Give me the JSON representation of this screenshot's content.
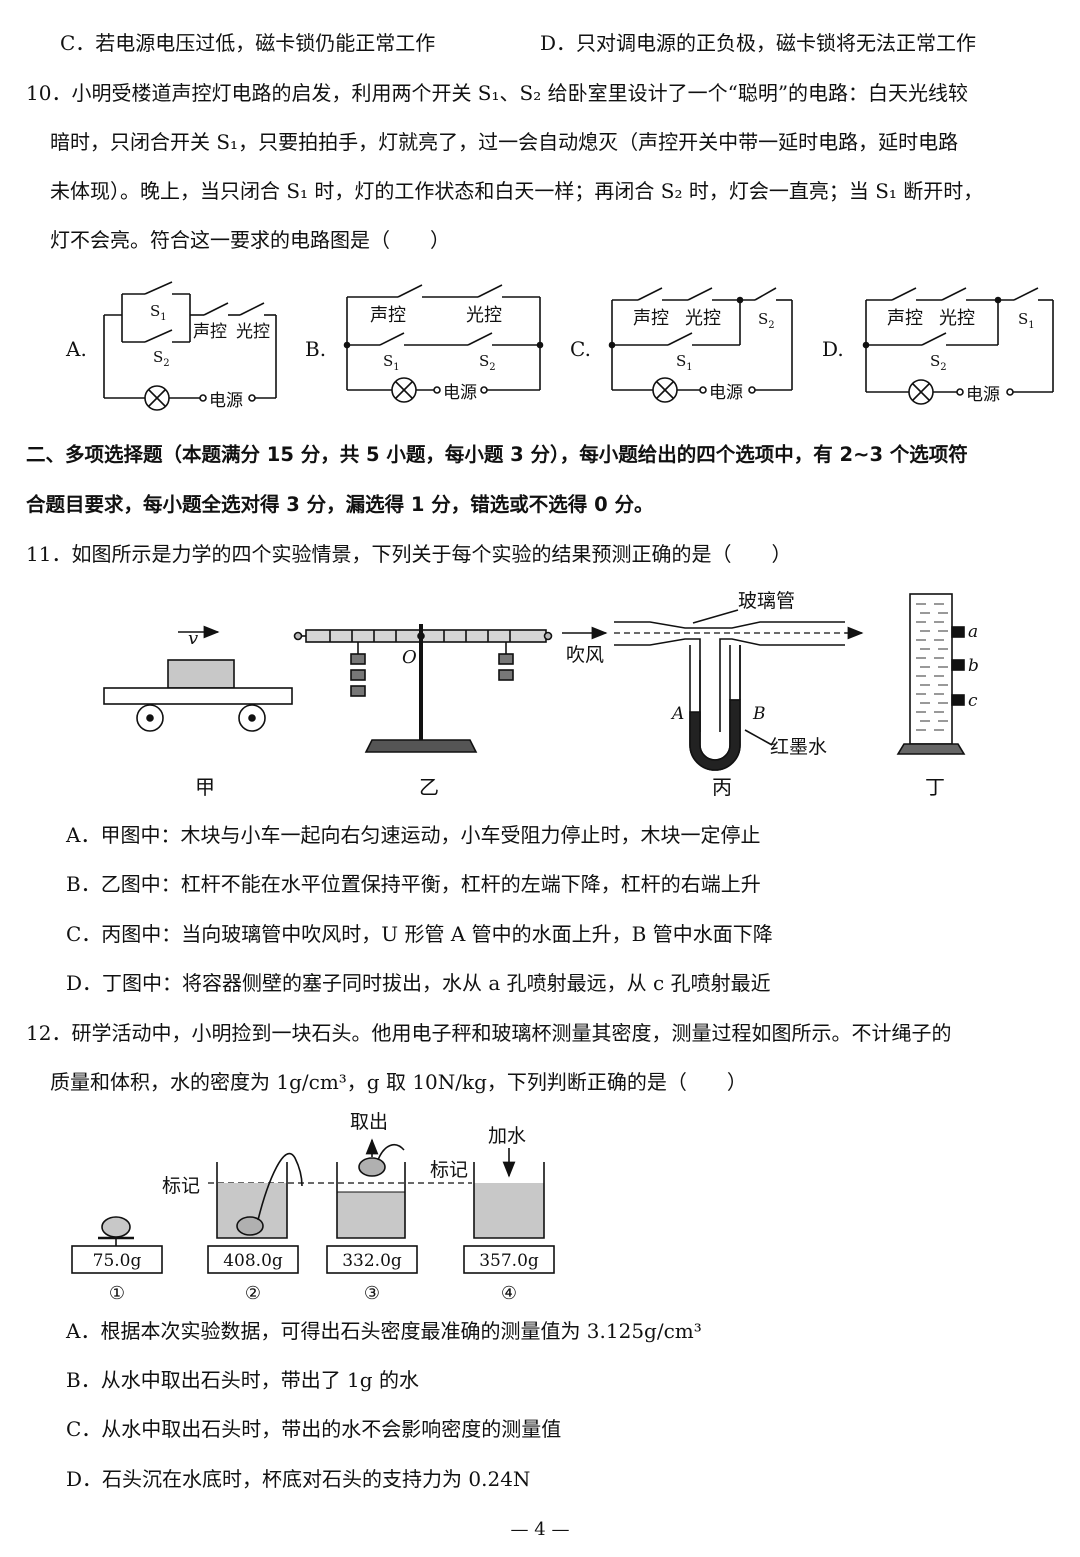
{
  "q9_options": {
    "C": "C．若电源电压过低，磁卡锁仍能正常工作",
    "D": "D．只对调电源的正负极，磁卡锁将无法正常工作"
  },
  "q10": {
    "lines": [
      "10．小明受楼道声控灯电路的启发，利用两个开关 S₁、S₂ 给卧室里设计了一个“聪明”的电路：白天光线较",
      "暗时，只闭合开关 S₁，只要拍拍手，灯就亮了，过一会自动熄灭（声控开关中带一延时电路，延时电路",
      "未体现）。晚上，当只闭合 S₁ 时，灯的工作状态和白天一样；再闭合 S₂ 时，灯会一直亮；当 S₁ 断开时，",
      "灯不会亮。符合这一要求的电路图是（　　）"
    ],
    "circuits": {
      "labels": [
        "A.",
        "B.",
        "C.",
        "D."
      ],
      "s1": "S",
      "s1_sub": "1",
      "s2": "S",
      "s2_sub": "2",
      "sound": "声控",
      "light": "光控",
      "power": "电源"
    }
  },
  "section2": {
    "lines": [
      "二、多项选择题（本题满分 15 分，共 5 小题，每小题 3 分），每小题给出的四个选项中，有 2~3 个选项符",
      "合题目要求，每小题全选对得 3 分，漏选得 1 分，错选或不选得 0 分。"
    ]
  },
  "q11": {
    "stem": "11．如图所示是力学的四个实验情景，下列关于每个实验的结果预测正确的是（　　）",
    "figure": {
      "v": "v",
      "O": "O",
      "glass_tube": "玻璃管",
      "blow": "吹风",
      "A": "A",
      "B": "B",
      "red_ink": "红墨水",
      "a": "a",
      "b": "b",
      "c": "c",
      "captions": [
        "甲",
        "乙",
        "丙",
        "丁"
      ]
    },
    "options": [
      "A．甲图中：木块与小车一起向右匀速运动，小车受阻力停止时，木块一定停止",
      "B．乙图中：杠杆不能在水平位置保持平衡，杠杆的左端下降，杠杆的右端上升",
      "C．丙图中：当向玻璃管中吹风时，U 形管 A 管中的水面上升，B 管中水面下降",
      "D．丁图中：将容器侧壁的塞子同时拔出，水从 a 孔喷射最远，从 c 孔喷射最近"
    ]
  },
  "q12": {
    "lines": [
      "12．研学活动中，小明捡到一块石头。他用电子秤和玻璃杯测量其密度，测量过程如图所示。不计绳子的",
      "质量和体积，水的密度为 1g/cm³，g 取 10N/kg，下列判断正确的是（　　）"
    ],
    "figure": {
      "take_out": "取出",
      "add_water": "加水",
      "mark": "标记",
      "readings": [
        "75.0g",
        "408.0g",
        "332.0g",
        "357.0g"
      ],
      "steps": [
        "①",
        "②",
        "③",
        "④"
      ]
    },
    "options": [
      "A．根据本次实验数据，可得出石头密度最准确的测量值为 3.125g/cm³",
      "B．从水中取出石头时，带出了 1g 的水",
      "C．从水中取出石头时，带出的水不会影响密度的测量值",
      "D．石头沉在水底时，杯底对石头的支持力为 0.24N"
    ]
  },
  "page_number": "— 4 —"
}
